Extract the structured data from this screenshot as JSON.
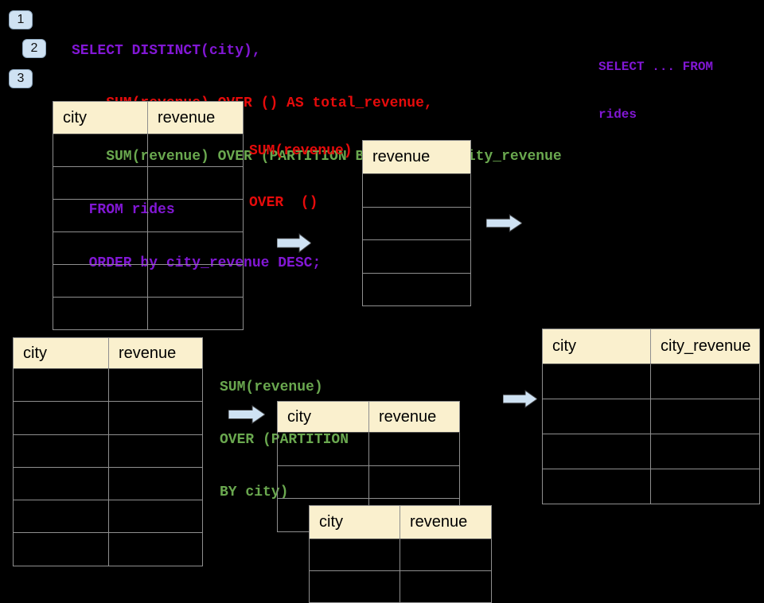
{
  "colors": {
    "background": "#000000",
    "code_purple": "#8217d5",
    "code_red": "#e60b0b",
    "code_green": "#6aa84f",
    "table_header_fill": "#faf0ce",
    "table_border": "#8f8f8f",
    "arrow_fill": "#cfe2f3",
    "badge_fill": "#cfe2f3"
  },
  "badges": [
    {
      "label": "1"
    },
    {
      "label": "2"
    },
    {
      "label": "3"
    }
  ],
  "code": {
    "lines": [
      {
        "text": "SELECT DISTINCT(city),",
        "color": "purple"
      },
      {
        "text": "    SUM(revenue) OVER () AS total_revenue,",
        "color": "red"
      },
      {
        "text": "    SUM(revenue) OVER (PARTITION BY city) as city_revenue",
        "color": "green"
      },
      {
        "text": "  FROM rides",
        "color": "purple"
      },
      {
        "text": "  ORDER by city_revenue DESC;",
        "color": "purple"
      }
    ]
  },
  "side_note": {
    "lines": [
      "SELECT ... FROM",
      "rides"
    ]
  },
  "labels": {
    "total_label": {
      "lines": [
        "SUM(revenue)",
        "OVER  ()"
      ]
    },
    "partition_label": {
      "lines": [
        "SUM(revenue)",
        "OVER (PARTITION",
        "BY city)"
      ]
    }
  },
  "tables": {
    "source_top": {
      "headers": [
        "city",
        "revenue"
      ],
      "row_count": 6
    },
    "total_result": {
      "headers": [
        "revenue"
      ],
      "row_count": 4
    },
    "source_bottom": {
      "headers": [
        "city",
        "revenue"
      ],
      "row_count": 6
    },
    "partition_step": {
      "headers": [
        "city",
        "revenue"
      ],
      "row_count": 3
    },
    "partition_overlay": {
      "headers": [
        "city",
        "revenue"
      ],
      "row_count": 2
    },
    "final_result": {
      "headers": [
        "city",
        "city_revenue"
      ],
      "row_count": 4
    }
  }
}
